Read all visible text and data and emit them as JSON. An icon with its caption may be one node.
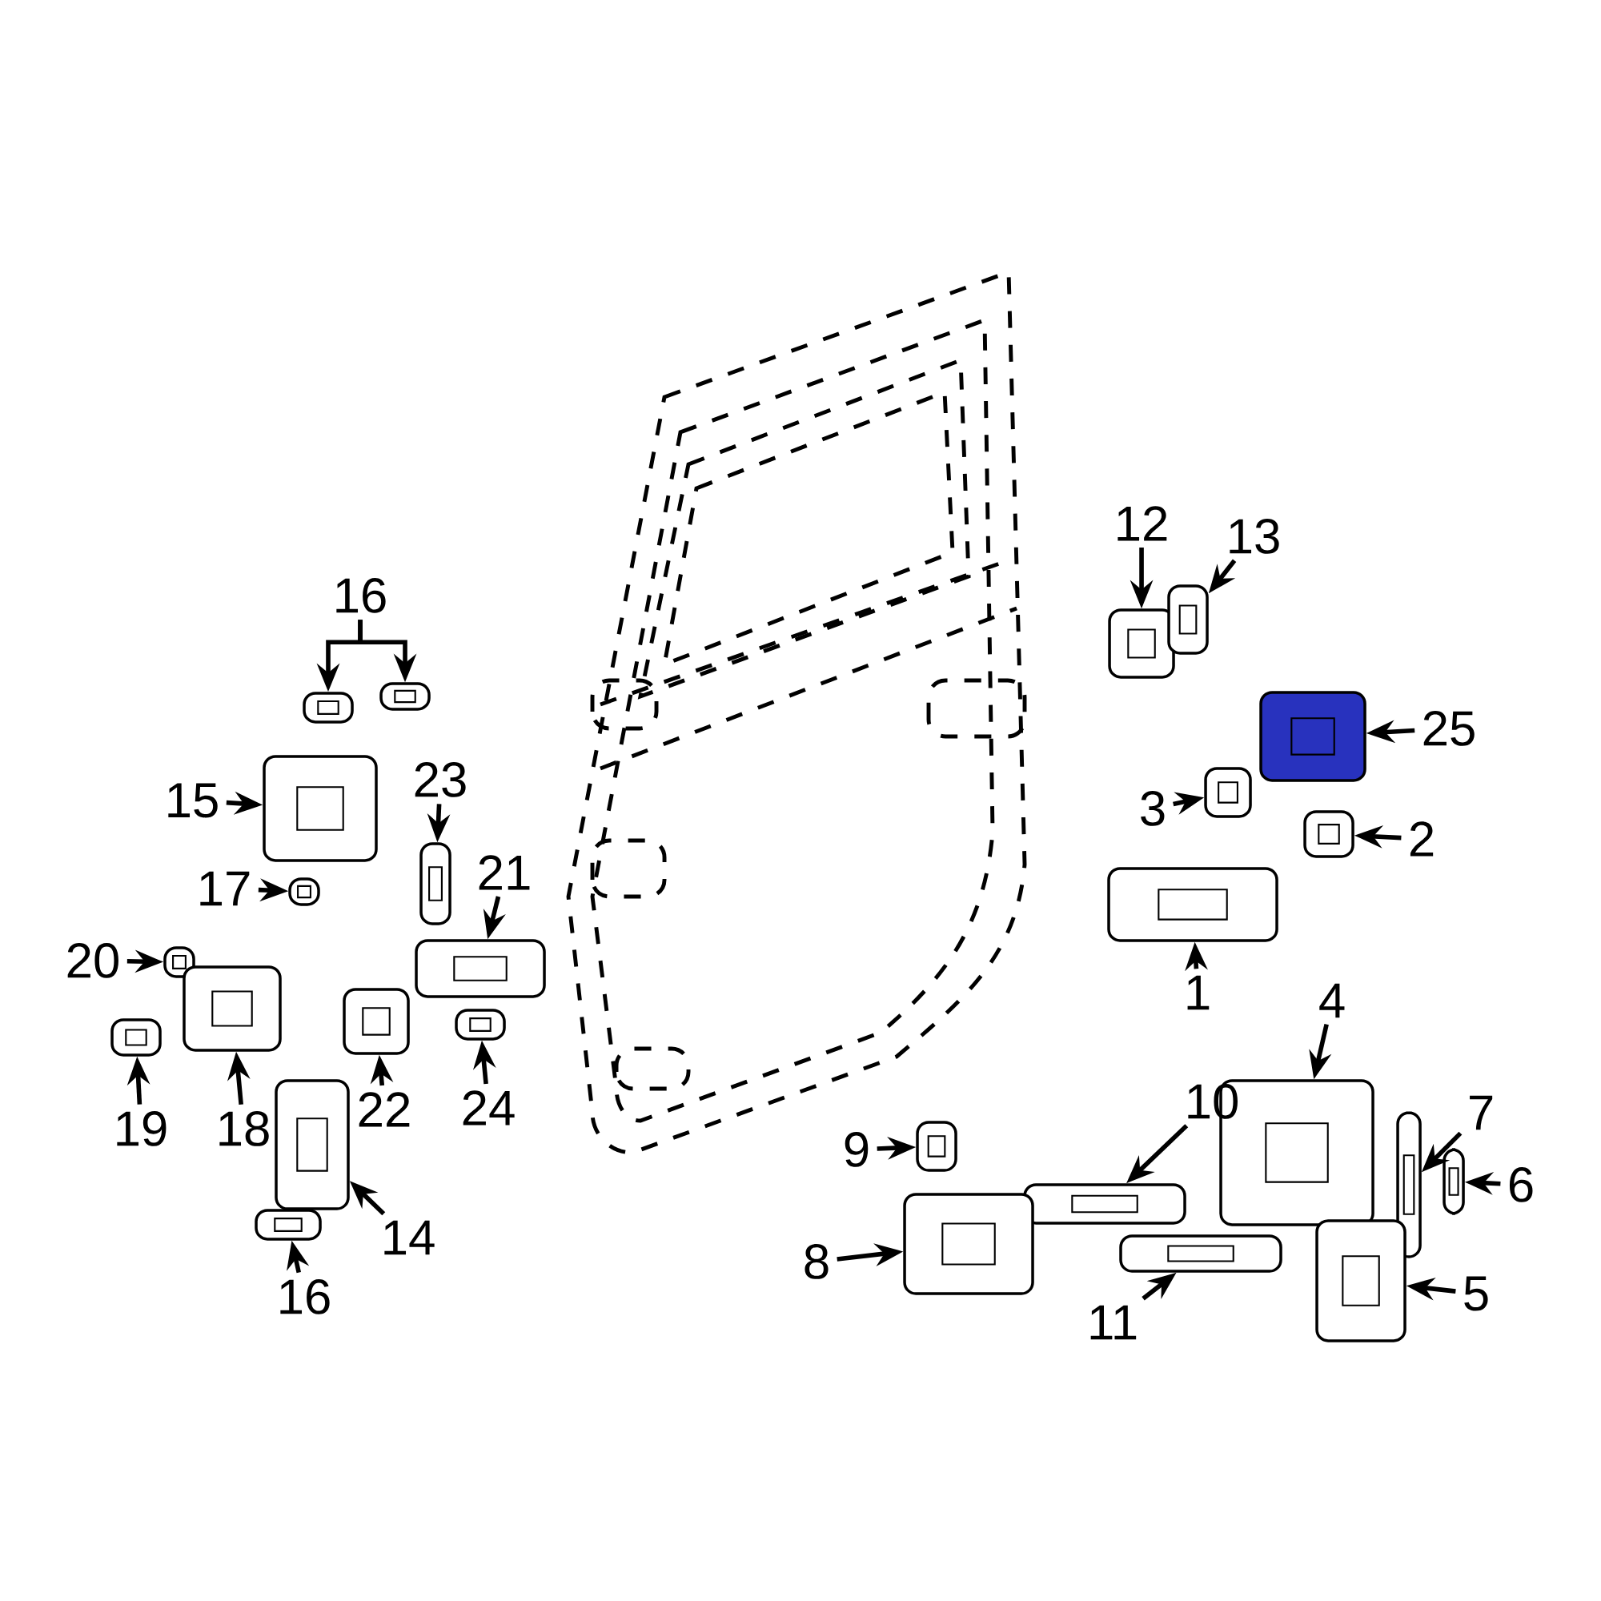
{
  "diagram": {
    "nodes": [
      {
        "text": [
          "16"
        ]
      },
      {
        "text": [],
        "shape": "picture"
      },
      {
        "text": [],
        "shape": "picture"
      },
      {
        "text": [
          "15"
        ]
      },
      {
        "text": [],
        "shape": "picture"
      },
      {
        "text": [
          "17"
        ]
      },
      {
        "text": [],
        "shape": "picture"
      },
      {
        "text": [
          "20"
        ]
      },
      {
        "text": [],
        "shape": "picture"
      },
      {
        "text": [
          "19"
        ]
      },
      {
        "text": [],
        "shape": "picture"
      },
      {
        "text": [
          "18"
        ]
      },
      {
        "text": [],
        "shape": "picture"
      },
      {
        "text": [
          "14"
        ]
      },
      {
        "text": [],
        "shape": "picture"
      },
      {
        "text": [
          "16"
        ]
      },
      {
        "text": [],
        "shape": "picture"
      },
      {
        "text": [
          "23"
        ]
      },
      {
        "text": [],
        "shape": "picture"
      },
      {
        "text": [
          "21"
        ]
      },
      {
        "text": [],
        "shape": "picture"
      },
      {
        "text": [
          "22"
        ]
      },
      {
        "text": [],
        "shape": "picture"
      },
      {
        "text": [
          "24"
        ]
      },
      {
        "text": [],
        "shape": "picture"
      },
      {
        "text": [
          "12"
        ]
      },
      {
        "text": [],
        "shape": "picture"
      },
      {
        "text": [
          "13"
        ]
      },
      {
        "text": [],
        "shape": "picture"
      },
      {
        "text": [
          "25"
        ]
      },
      {
        "text": [],
        "shape": "picture"
      },
      {
        "text": [
          "3"
        ]
      },
      {
        "text": [],
        "shape": "picture"
      },
      {
        "text": [
          "2"
        ]
      },
      {
        "text": [],
        "shape": "picture"
      },
      {
        "text": [
          "1"
        ]
      },
      {
        "text": [],
        "shape": "picture"
      },
      {
        "text": [
          "4"
        ]
      },
      {
        "text": [],
        "shape": "picture"
      },
      {
        "text": [
          "10"
        ]
      },
      {
        "text": [],
        "shape": "picture"
      },
      {
        "text": [
          "9"
        ]
      },
      {
        "text": [],
        "shape": "picture"
      },
      {
        "text": [
          "7"
        ]
      },
      {
        "text": [],
        "shape": "picture"
      },
      {
        "text": [
          "6"
        ]
      },
      {
        "text": [],
        "shape": "picture"
      },
      {
        "text": [
          "8"
        ]
      },
      {
        "text": [],
        "shape": "picture"
      },
      {
        "text": [
          "11"
        ]
      },
      {
        "text": [],
        "shape": "picture"
      },
      {
        "text": [
          "5"
        ]
      },
      {
        "text": [],
        "shape": "picture"
      }
    ],
    "edges": [
      {
        "from": 0,
        "to": 1,
        "arrow": "to"
      },
      {
        "from": 0,
        "to": 2,
        "arrow": "to"
      },
      {
        "from": 3,
        "to": 4,
        "arrow": "to"
      },
      {
        "from": 5,
        "to": 6,
        "arrow": "to"
      },
      {
        "from": 7,
        "to": 8,
        "arrow": "to"
      },
      {
        "from": 9,
        "to": 10,
        "arrow": "to"
      },
      {
        "from": 11,
        "to": 12,
        "arrow": "to"
      },
      {
        "from": 13,
        "to": 14,
        "arrow": "to"
      },
      {
        "from": 15,
        "to": 16,
        "arrow": "to"
      },
      {
        "from": 17,
        "to": 18,
        "arrow": "to"
      },
      {
        "from": 19,
        "to": 20,
        "arrow": "to"
      },
      {
        "from": 21,
        "to": 22,
        "arrow": "to"
      },
      {
        "from": 23,
        "to": 24,
        "arrow": "to"
      },
      {
        "from": 25,
        "to": 26,
        "arrow": "to"
      },
      {
        "from": 27,
        "to": 28,
        "arrow": "to"
      },
      {
        "from": 29,
        "to": 30,
        "arrow": "to"
      },
      {
        "from": 31,
        "to": 32,
        "arrow": "to"
      },
      {
        "from": 33,
        "to": 34,
        "arrow": "to"
      },
      {
        "from": 35,
        "to": 36,
        "arrow": "to"
      },
      {
        "from": 37,
        "to": 38,
        "arrow": "to"
      },
      {
        "from": 39,
        "to": 40,
        "arrow": "to"
      },
      {
        "from": 41,
        "to": 42,
        "arrow": "to"
      },
      {
        "from": 43,
        "to": 44,
        "arrow": "to"
      },
      {
        "from": 45,
        "to": 46,
        "arrow": "to"
      },
      {
        "from": 47,
        "to": 48,
        "arrow": "to"
      },
      {
        "from": 49,
        "to": 50,
        "arrow": "to"
      },
      {
        "from": 51,
        "to": 52,
        "arrow": "to"
      }
    ]
  }
}
